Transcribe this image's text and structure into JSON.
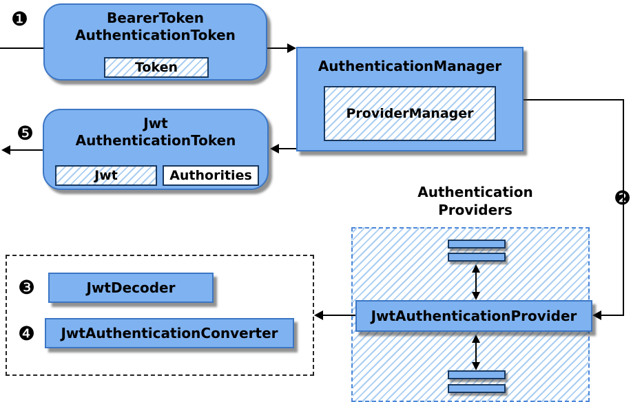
{
  "colors": {
    "node_fill": "#7fb2f0",
    "node_border": "#3b76c4",
    "inner_border": "#17375e",
    "hatch_stripe": "#a9cdf2",
    "dashed_group_border": "#4a86d8",
    "dashed_box_border": "#222222",
    "arrow": "#000000",
    "shadow": "#373737",
    "background": "#ffffff"
  },
  "badges": {
    "step1": "❶",
    "step2": "❷",
    "step3": "❸",
    "step4": "❹",
    "step5": "❺"
  },
  "nodes": {
    "bearer_token": {
      "line1": "BearerToken",
      "line2": "AuthenticationToken",
      "token": "Token"
    },
    "authentication_manager": {
      "title": "AuthenticationManager",
      "provider_manager": "ProviderManager"
    },
    "jwt_authentication_token": {
      "line1": "Jwt",
      "line2": "AuthenticationToken",
      "jwt": "Jwt",
      "authorities": "Authorities"
    },
    "authentication_providers": {
      "line1": "Authentication",
      "line2": "Providers"
    },
    "jwt_authentication_provider": {
      "title": "JwtAuthenticationProvider"
    },
    "jwt_decoder": {
      "title": "JwtDecoder"
    },
    "jwt_authentication_converter": {
      "title": "JwtAuthenticationConverter"
    }
  }
}
